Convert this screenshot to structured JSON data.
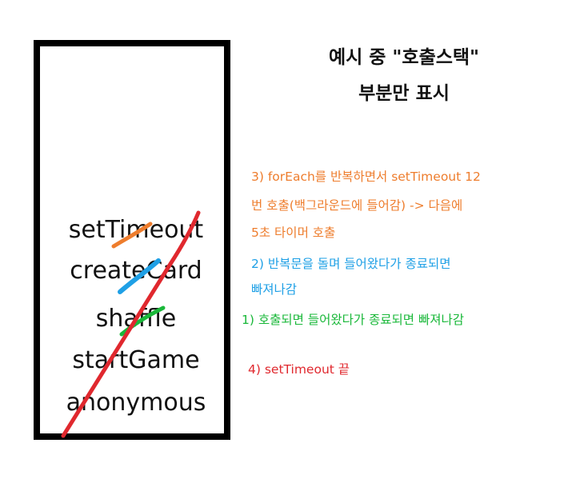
{
  "title": {
    "line1": "예시 중 \"호출스택\"",
    "line2": "부분만 표시"
  },
  "stack": {
    "frames": [
      "setTimeout",
      "createCard",
      "shaffle",
      "startGame",
      "anonymous"
    ]
  },
  "notes": {
    "step3": {
      "lines": [
        "3) forEach를 반복하면서 setTimeout 12",
        "번 호출(백그라운드에 들어감) -> 다음에",
        "5초 타이머 호출"
      ],
      "color": "#ee7d2d"
    },
    "step2": {
      "lines": [
        "2) 반복문을 돌며 들어왔다가 종료되면",
        "빠져나감"
      ],
      "color": "#1fa0e6"
    },
    "step1": {
      "lines": [
        "1) 호출되면 들어왔다가 종료되면 빠져나감"
      ],
      "color": "#1ab83a"
    },
    "step4": {
      "lines": [
        "4) setTimeout 끝"
      ],
      "color": "#e0282e"
    }
  },
  "colors": {
    "orange": "#ee7d2d",
    "blue": "#1fa0e6",
    "green": "#1ab83a",
    "red": "#e0282e",
    "box_border": "#000000"
  }
}
